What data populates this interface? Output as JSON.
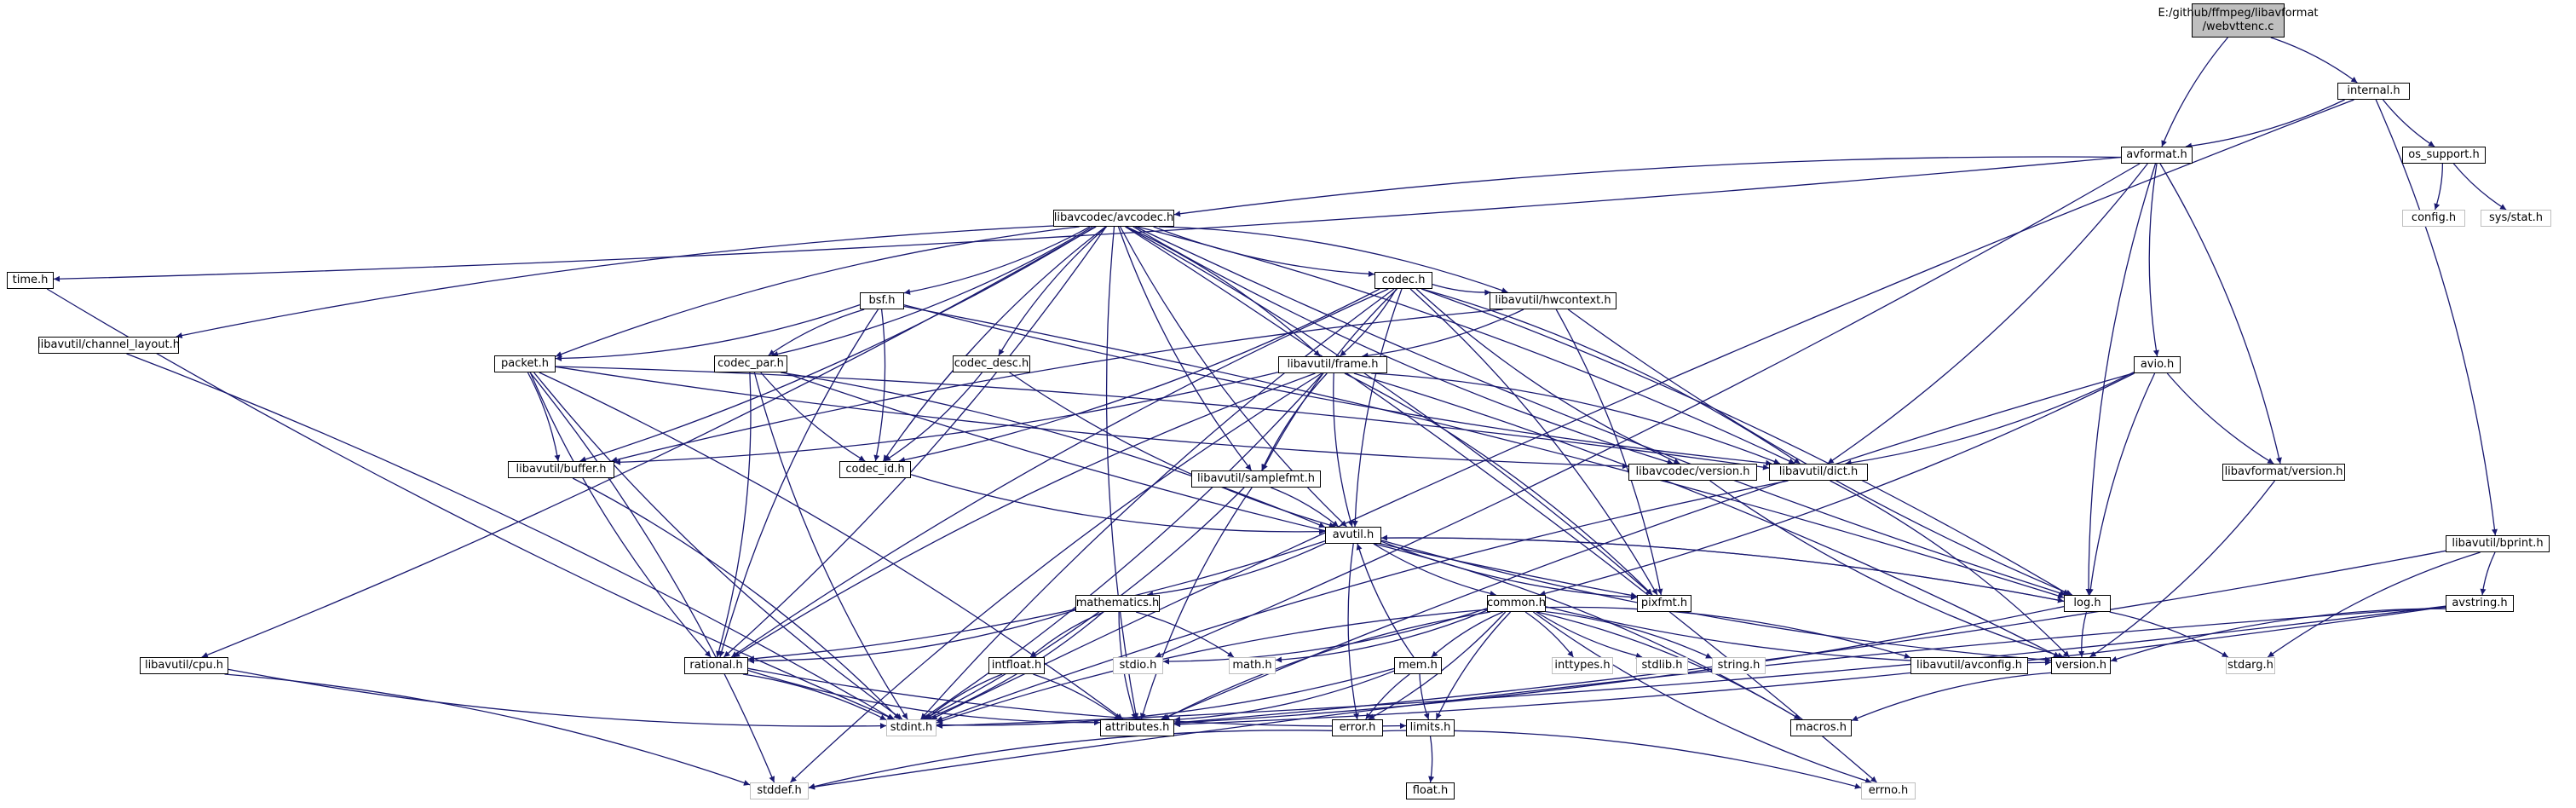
{
  "root": {
    "id": "root",
    "line1": "E:/github/ffmpeg/libavformat",
    "line2": "/webvttenc.c"
  },
  "nodes": [
    {
      "id": "internal",
      "label": "internal.h",
      "external": false
    },
    {
      "id": "avformat",
      "label": "avformat.h",
      "external": false
    },
    {
      "id": "os_support",
      "label": "os_support.h",
      "external": false
    },
    {
      "id": "config",
      "label": "config.h",
      "external": true
    },
    {
      "id": "sysstat",
      "label": "sys/stat.h",
      "external": true
    },
    {
      "id": "avcodec",
      "label": "libavcodec/avcodec.h",
      "external": false
    },
    {
      "id": "time",
      "label": "time.h",
      "external": false
    },
    {
      "id": "channel_layout",
      "label": "libavutil/channel_layout.h",
      "external": false
    },
    {
      "id": "codec",
      "label": "codec.h",
      "external": false
    },
    {
      "id": "bsf",
      "label": "bsf.h",
      "external": false
    },
    {
      "id": "hwcontext",
      "label": "libavutil/hwcontext.h",
      "external": false
    },
    {
      "id": "packet",
      "label": "packet.h",
      "external": false
    },
    {
      "id": "codec_par",
      "label": "codec_par.h",
      "external": false
    },
    {
      "id": "codec_desc",
      "label": "codec_desc.h",
      "external": false
    },
    {
      "id": "frame",
      "label": "libavutil/frame.h",
      "external": false
    },
    {
      "id": "avio",
      "label": "avio.h",
      "external": false
    },
    {
      "id": "buffer",
      "label": "libavutil/buffer.h",
      "external": false
    },
    {
      "id": "codec_id",
      "label": "codec_id.h",
      "external": false
    },
    {
      "id": "samplefmt",
      "label": "libavutil/samplefmt.h",
      "external": false
    },
    {
      "id": "lavc_version",
      "label": "libavcodec/version.h",
      "external": false
    },
    {
      "id": "dict",
      "label": "libavutil/dict.h",
      "external": false
    },
    {
      "id": "lavf_version",
      "label": "libavformat/version.h",
      "external": false
    },
    {
      "id": "bprint",
      "label": "libavutil/bprint.h",
      "external": false
    },
    {
      "id": "avutil",
      "label": "avutil.h",
      "external": false
    },
    {
      "id": "mathematics",
      "label": "mathematics.h",
      "external": false
    },
    {
      "id": "common",
      "label": "common.h",
      "external": false
    },
    {
      "id": "pixfmt",
      "label": "pixfmt.h",
      "external": false
    },
    {
      "id": "log",
      "label": "log.h",
      "external": false
    },
    {
      "id": "avstring",
      "label": "avstring.h",
      "external": false
    },
    {
      "id": "cpu",
      "label": "libavutil/cpu.h",
      "external": false
    },
    {
      "id": "rational",
      "label": "rational.h",
      "external": false
    },
    {
      "id": "intfloat",
      "label": "intfloat.h",
      "external": false
    },
    {
      "id": "stdio",
      "label": "stdio.h",
      "external": true
    },
    {
      "id": "math",
      "label": "math.h",
      "external": true
    },
    {
      "id": "mem",
      "label": "mem.h",
      "external": false
    },
    {
      "id": "inttypes",
      "label": "inttypes.h",
      "external": true
    },
    {
      "id": "stdlib",
      "label": "stdlib.h",
      "external": true
    },
    {
      "id": "string",
      "label": "string.h",
      "external": true
    },
    {
      "id": "avconfig",
      "label": "libavutil/avconfig.h",
      "external": false
    },
    {
      "id": "version",
      "label": "version.h",
      "external": false
    },
    {
      "id": "stdarg",
      "label": "stdarg.h",
      "external": true
    },
    {
      "id": "stdint",
      "label": "stdint.h",
      "external": true
    },
    {
      "id": "attributes",
      "label": "attributes.h",
      "external": false
    },
    {
      "id": "error",
      "label": "error.h",
      "external": false
    },
    {
      "id": "limits",
      "label": "limits.h",
      "external": false
    },
    {
      "id": "macros",
      "label": "macros.h",
      "external": false
    },
    {
      "id": "float",
      "label": "float.h",
      "external": false
    },
    {
      "id": "stddef",
      "label": "stddef.h",
      "external": true
    },
    {
      "id": "errno",
      "label": "errno.h",
      "external": true
    }
  ],
  "edges": [
    [
      "root",
      "internal"
    ],
    [
      "root",
      "avformat"
    ],
    [
      "internal",
      "avformat"
    ],
    [
      "internal",
      "os_support"
    ],
    [
      "internal",
      "bprint"
    ],
    [
      "internal",
      "stdint"
    ],
    [
      "os_support",
      "config"
    ],
    [
      "os_support",
      "sysstat"
    ],
    [
      "avformat",
      "time"
    ],
    [
      "avformat",
      "avcodec"
    ],
    [
      "avformat",
      "stdio"
    ],
    [
      "avformat",
      "avio"
    ],
    [
      "avformat",
      "dict"
    ],
    [
      "avformat",
      "log"
    ],
    [
      "avformat",
      "lavf_version"
    ],
    [
      "avcodec",
      "channel_layout"
    ],
    [
      "avcodec",
      "cpu"
    ],
    [
      "avcodec",
      "codec"
    ],
    [
      "avcodec",
      "bsf"
    ],
    [
      "avcodec",
      "packet"
    ],
    [
      "avcodec",
      "codec_par"
    ],
    [
      "avcodec",
      "codec_desc"
    ],
    [
      "avcodec",
      "buffer"
    ],
    [
      "avcodec",
      "codec_id"
    ],
    [
      "avcodec",
      "frame"
    ],
    [
      "avcodec",
      "samplefmt"
    ],
    [
      "avcodec",
      "hwcontext"
    ],
    [
      "avcodec",
      "lavc_version"
    ],
    [
      "avcodec",
      "dict"
    ],
    [
      "avcodec",
      "log"
    ],
    [
      "avcodec",
      "pixfmt"
    ],
    [
      "avcodec",
      "avutil"
    ],
    [
      "avcodec",
      "rational"
    ],
    [
      "avcodec",
      "attributes"
    ],
    [
      "avcodec",
      "errno"
    ],
    [
      "time",
      "stdint"
    ],
    [
      "channel_layout",
      "stdint"
    ],
    [
      "cpu",
      "stdint"
    ],
    [
      "cpu",
      "stddef"
    ],
    [
      "codec",
      "hwcontext"
    ],
    [
      "codec",
      "frame"
    ],
    [
      "codec",
      "samplefmt"
    ],
    [
      "codec",
      "codec_id"
    ],
    [
      "codec",
      "lavc_version"
    ],
    [
      "codec",
      "pixfmt"
    ],
    [
      "codec",
      "avutil"
    ],
    [
      "codec",
      "log"
    ],
    [
      "codec",
      "rational"
    ],
    [
      "codec",
      "dict"
    ],
    [
      "codec",
      "stdint"
    ],
    [
      "bsf",
      "packet"
    ],
    [
      "bsf",
      "codec_par"
    ],
    [
      "bsf",
      "codec_id"
    ],
    [
      "bsf",
      "dict"
    ],
    [
      "bsf",
      "log"
    ],
    [
      "bsf",
      "rational"
    ],
    [
      "hwcontext",
      "frame"
    ],
    [
      "hwcontext",
      "buffer"
    ],
    [
      "hwcontext",
      "pixfmt"
    ],
    [
      "hwcontext",
      "log"
    ],
    [
      "packet",
      "buffer"
    ],
    [
      "packet",
      "lavc_version"
    ],
    [
      "packet",
      "dict"
    ],
    [
      "packet",
      "rational"
    ],
    [
      "packet",
      "attributes"
    ],
    [
      "packet",
      "stdint"
    ],
    [
      "packet",
      "stddef"
    ],
    [
      "codec_par",
      "codec_id"
    ],
    [
      "codec_par",
      "avutil"
    ],
    [
      "codec_par",
      "pixfmt"
    ],
    [
      "codec_par",
      "rational"
    ],
    [
      "codec_par",
      "stdint"
    ],
    [
      "codec_desc",
      "codec_id"
    ],
    [
      "codec_desc",
      "avutil"
    ],
    [
      "frame",
      "buffer"
    ],
    [
      "frame",
      "samplefmt"
    ],
    [
      "frame",
      "dict"
    ],
    [
      "frame",
      "avutil"
    ],
    [
      "frame",
      "pixfmt"
    ],
    [
      "frame",
      "rational"
    ],
    [
      "frame",
      "version"
    ],
    [
      "frame",
      "stddef"
    ],
    [
      "frame",
      "stdint"
    ],
    [
      "avio",
      "log"
    ],
    [
      "avio",
      "dict"
    ],
    [
      "avio",
      "lavf_version"
    ],
    [
      "avio",
      "common"
    ],
    [
      "avio",
      "attributes"
    ],
    [
      "buffer",
      "stdint"
    ],
    [
      "codec_id",
      "avutil"
    ],
    [
      "samplefmt",
      "avutil"
    ],
    [
      "samplefmt",
      "attributes"
    ],
    [
      "samplefmt",
      "stdint"
    ],
    [
      "lavc_version",
      "version"
    ],
    [
      "dict",
      "version"
    ],
    [
      "dict",
      "stdint"
    ],
    [
      "lavf_version",
      "version"
    ],
    [
      "bprint",
      "avstring"
    ],
    [
      "bprint",
      "attributes"
    ],
    [
      "bprint",
      "stdarg"
    ],
    [
      "avutil",
      "mathematics"
    ],
    [
      "avutil",
      "common"
    ],
    [
      "avutil",
      "rational"
    ],
    [
      "avutil",
      "version"
    ],
    [
      "avutil",
      "macros"
    ],
    [
      "avutil",
      "error"
    ],
    [
      "avutil",
      "log"
    ],
    [
      "avutil",
      "pixfmt"
    ],
    [
      "mathematics",
      "rational"
    ],
    [
      "mathematics",
      "intfloat"
    ],
    [
      "mathematics",
      "math"
    ],
    [
      "mathematics",
      "attributes"
    ],
    [
      "mathematics",
      "stdint"
    ],
    [
      "common",
      "errno"
    ],
    [
      "common",
      "inttypes"
    ],
    [
      "common",
      "limits"
    ],
    [
      "common",
      "math"
    ],
    [
      "common",
      "stdint"
    ],
    [
      "common",
      "stdio"
    ],
    [
      "common",
      "stdlib"
    ],
    [
      "common",
      "string"
    ],
    [
      "common",
      "attributes"
    ],
    [
      "common",
      "macros"
    ],
    [
      "common",
      "version"
    ],
    [
      "common",
      "avconfig"
    ],
    [
      "common",
      "mem"
    ],
    [
      "common",
      "error"
    ],
    [
      "log",
      "avutil"
    ],
    [
      "log",
      "attributes"
    ],
    [
      "log",
      "version"
    ],
    [
      "log",
      "stdarg"
    ],
    [
      "avstring",
      "version"
    ],
    [
      "avstring",
      "attributes"
    ],
    [
      "avstring",
      "stddef"
    ],
    [
      "avstring",
      "stdint"
    ],
    [
      "rational",
      "attributes"
    ],
    [
      "rational",
      "stdint"
    ],
    [
      "rational",
      "limits"
    ],
    [
      "intfloat",
      "attributes"
    ],
    [
      "intfloat",
      "stdint"
    ],
    [
      "mem",
      "avutil"
    ],
    [
      "mem",
      "error"
    ],
    [
      "mem",
      "attributes"
    ],
    [
      "mem",
      "limits"
    ],
    [
      "mem",
      "stdint"
    ],
    [
      "version",
      "macros"
    ],
    [
      "error",
      "errno"
    ],
    [
      "error",
      "stddef"
    ],
    [
      "limits",
      "float"
    ]
  ]
}
